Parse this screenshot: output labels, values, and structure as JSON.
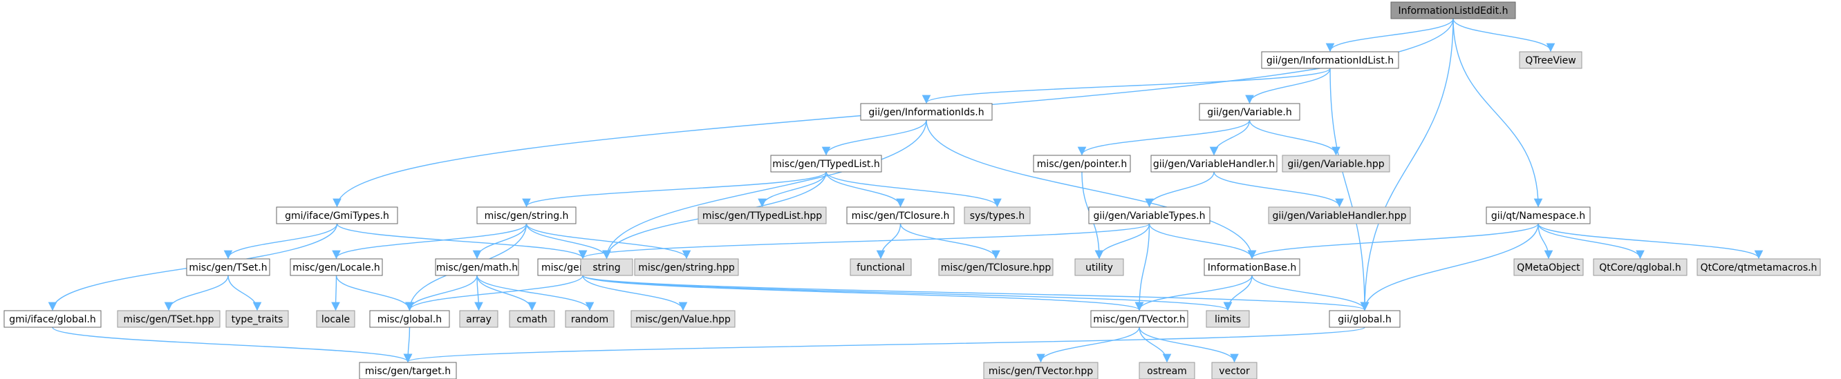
{
  "colors": {
    "edge": "#63b8ff",
    "root_fill": "#999999",
    "node_fill": "#ffffff",
    "node_border": "#666666",
    "external_fill": "#e0e0e0",
    "external_border": "#999999"
  },
  "nodes": [
    {
      "id": "n0",
      "label": "InformationListIdEdit.h",
      "kind": "root"
    },
    {
      "id": "n1",
      "label": "gii/gen/InformationIdList.h",
      "kind": "normal"
    },
    {
      "id": "n2",
      "label": "QTreeView",
      "kind": "external"
    },
    {
      "id": "n3",
      "label": "gii/gen/InformationIds.h",
      "kind": "normal"
    },
    {
      "id": "n4",
      "label": "gii/gen/Variable.h",
      "kind": "normal"
    },
    {
      "id": "n5",
      "label": "misc/gen/pointer.h",
      "kind": "normal"
    },
    {
      "id": "n6",
      "label": "gii/gen/VariableHandler.h",
      "kind": "normal"
    },
    {
      "id": "n7",
      "label": "gii/gen/Variable.hpp",
      "kind": "external"
    },
    {
      "id": "n8",
      "label": "misc/gen/TTypedList.h",
      "kind": "normal"
    },
    {
      "id": "n9",
      "label": "gmi/iface/GmiTypes.h",
      "kind": "normal"
    },
    {
      "id": "n10",
      "label": "misc/gen/string.h",
      "kind": "normal"
    },
    {
      "id": "n11",
      "label": "misc/gen/TTypedList.hpp",
      "kind": "external"
    },
    {
      "id": "n12",
      "label": "misc/gen/TClosure.h",
      "kind": "normal"
    },
    {
      "id": "n13",
      "label": "sys/types.h",
      "kind": "external"
    },
    {
      "id": "n14",
      "label": "gii/gen/VariableTypes.h",
      "kind": "normal"
    },
    {
      "id": "n15",
      "label": "gii/gen/VariableHandler.hpp",
      "kind": "external"
    },
    {
      "id": "n16",
      "label": "gii/qt/Namespace.h",
      "kind": "normal"
    },
    {
      "id": "n17",
      "label": "misc/gen/TSet.h",
      "kind": "normal"
    },
    {
      "id": "n18",
      "label": "misc/gen/Locale.h",
      "kind": "normal"
    },
    {
      "id": "n19",
      "label": "misc/gen/math.h",
      "kind": "normal"
    },
    {
      "id": "n20",
      "label": "misc/gen/Value.h",
      "kind": "normal"
    },
    {
      "id": "n21",
      "label": "misc/gen/string.hpp",
      "kind": "external"
    },
    {
      "id": "n22",
      "label": "string",
      "kind": "external"
    },
    {
      "id": "n23",
      "label": "functional",
      "kind": "external"
    },
    {
      "id": "n24",
      "label": "misc/gen/TClosure.hpp",
      "kind": "external"
    },
    {
      "id": "n25",
      "label": "utility",
      "kind": "external"
    },
    {
      "id": "n26",
      "label": "InformationBase.h",
      "kind": "normal"
    },
    {
      "id": "n27",
      "label": "QMetaObject",
      "kind": "external"
    },
    {
      "id": "n28",
      "label": "QtCore/qglobal.h",
      "kind": "external"
    },
    {
      "id": "n29",
      "label": "QtCore/qtmetamacros.h",
      "kind": "external"
    },
    {
      "id": "n30",
      "label": "gmi/iface/global.h",
      "kind": "normal"
    },
    {
      "id": "n31",
      "label": "misc/gen/TSet.hpp",
      "kind": "external"
    },
    {
      "id": "n32",
      "label": "type_traits",
      "kind": "external"
    },
    {
      "id": "n33",
      "label": "locale",
      "kind": "external"
    },
    {
      "id": "n34",
      "label": "misc/global.h",
      "kind": "normal"
    },
    {
      "id": "n35",
      "label": "array",
      "kind": "external"
    },
    {
      "id": "n36",
      "label": "cmath",
      "kind": "external"
    },
    {
      "id": "n37",
      "label": "random",
      "kind": "external"
    },
    {
      "id": "n38",
      "label": "misc/gen/Value.hpp",
      "kind": "external"
    },
    {
      "id": "n39",
      "label": "misc/gen/TVector.h",
      "kind": "normal"
    },
    {
      "id": "n40",
      "label": "limits",
      "kind": "external"
    },
    {
      "id": "n41",
      "label": "gii/global.h",
      "kind": "normal"
    },
    {
      "id": "n42",
      "label": "misc/gen/target.h",
      "kind": "normal"
    },
    {
      "id": "n43",
      "label": "misc/gen/TVector.hpp",
      "kind": "external"
    },
    {
      "id": "n44",
      "label": "ostream",
      "kind": "external"
    },
    {
      "id": "n45",
      "label": "vector",
      "kind": "external"
    }
  ],
  "edges": [
    [
      "n0",
      "n1"
    ],
    [
      "n0",
      "n2"
    ],
    [
      "n0",
      "n9"
    ],
    [
      "n0",
      "n16"
    ],
    [
      "n0",
      "n41"
    ],
    [
      "n1",
      "n3"
    ],
    [
      "n1",
      "n4"
    ],
    [
      "n1",
      "n41"
    ],
    [
      "n3",
      "n8"
    ],
    [
      "n3",
      "n22"
    ],
    [
      "n3",
      "n26"
    ],
    [
      "n4",
      "n5"
    ],
    [
      "n4",
      "n6"
    ],
    [
      "n4",
      "n7"
    ],
    [
      "n5",
      "n25"
    ],
    [
      "n6",
      "n14"
    ],
    [
      "n6",
      "n15"
    ],
    [
      "n8",
      "n10"
    ],
    [
      "n8",
      "n11"
    ],
    [
      "n8",
      "n12"
    ],
    [
      "n8",
      "n13"
    ],
    [
      "n8",
      "n22"
    ],
    [
      "n9",
      "n17"
    ],
    [
      "n9",
      "n20"
    ],
    [
      "n9",
      "n30"
    ],
    [
      "n10",
      "n18"
    ],
    [
      "n10",
      "n19"
    ],
    [
      "n10",
      "n21"
    ],
    [
      "n10",
      "n22"
    ],
    [
      "n10",
      "n34"
    ],
    [
      "n12",
      "n23"
    ],
    [
      "n12",
      "n24"
    ],
    [
      "n14",
      "n20"
    ],
    [
      "n14",
      "n25"
    ],
    [
      "n14",
      "n26"
    ],
    [
      "n14",
      "n39"
    ],
    [
      "n16",
      "n26"
    ],
    [
      "n16",
      "n27"
    ],
    [
      "n16",
      "n28"
    ],
    [
      "n16",
      "n29"
    ],
    [
      "n16",
      "n41"
    ],
    [
      "n17",
      "n31"
    ],
    [
      "n17",
      "n32"
    ],
    [
      "n18",
      "n33"
    ],
    [
      "n18",
      "n34"
    ],
    [
      "n19",
      "n34"
    ],
    [
      "n19",
      "n35"
    ],
    [
      "n19",
      "n36"
    ],
    [
      "n19",
      "n37"
    ],
    [
      "n20",
      "n34"
    ],
    [
      "n20",
      "n38"
    ],
    [
      "n20",
      "n39"
    ],
    [
      "n20",
      "n40"
    ],
    [
      "n20",
      "n41"
    ],
    [
      "n26",
      "n39"
    ],
    [
      "n26",
      "n40"
    ],
    [
      "n26",
      "n41"
    ],
    [
      "n30",
      "n42"
    ],
    [
      "n34",
      "n42"
    ],
    [
      "n39",
      "n43"
    ],
    [
      "n39",
      "n44"
    ],
    [
      "n39",
      "n45"
    ],
    [
      "n41",
      "n42"
    ]
  ]
}
